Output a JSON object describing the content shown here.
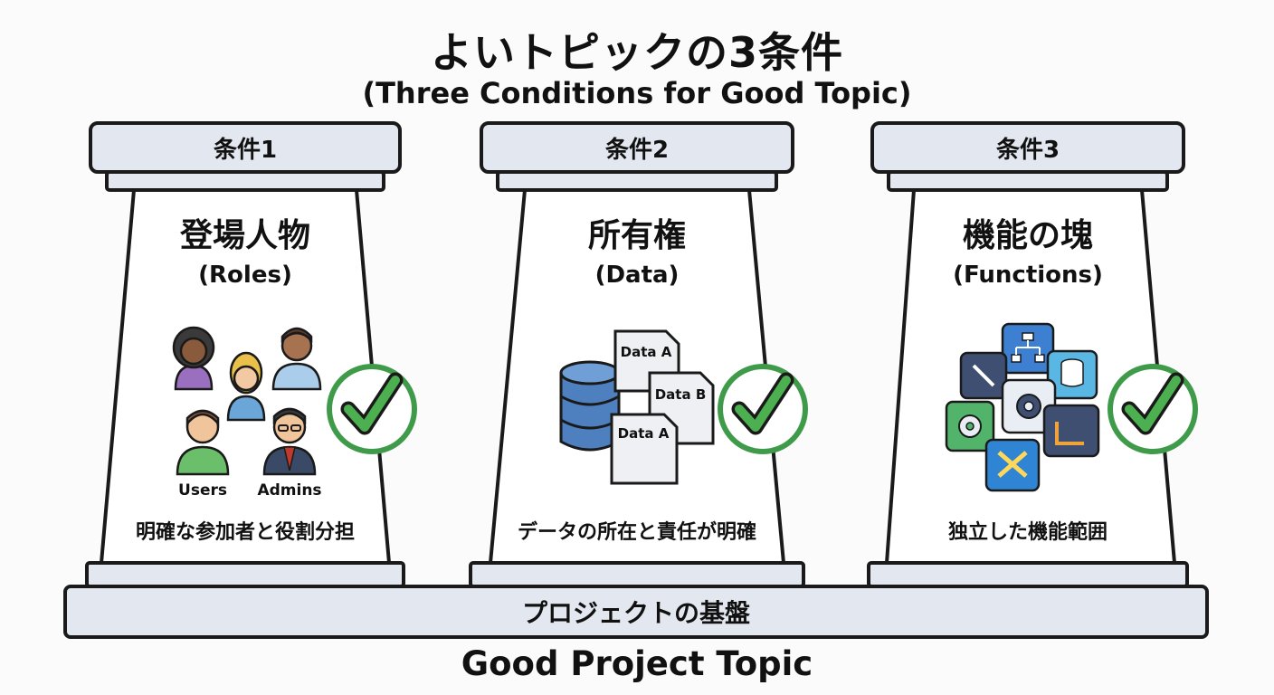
{
  "title": "よいトピックの3条件",
  "subtitle": "(Three Conditions for Good Topic)",
  "pillars": [
    {
      "label": "条件1",
      "heading": "登場人物",
      "subheading": "(Roles)",
      "caption": "明確な参加者と役割分担",
      "icon": "people-icon",
      "people_labels": [
        "Users",
        "Admins"
      ]
    },
    {
      "label": "条件2",
      "heading": "所有権",
      "subheading": "(Data)",
      "caption": "データの所在と責任が明確",
      "icon": "database-documents-icon",
      "document_labels": [
        "Data A",
        "Data B",
        "Data A"
      ]
    },
    {
      "label": "条件3",
      "heading": "機能の塊",
      "subheading": "(Functions)",
      "caption": "独立した機能範囲",
      "icon": "function-blocks-icon"
    }
  ],
  "base": {
    "label": "プロジェクトの基盤",
    "caption": "Good Project Topic"
  },
  "colors": {
    "pillar_cap": "#e3e8f0",
    "check_green": "#4caf50",
    "check_ring": "#3f9b4a",
    "db_blue": "#4e7fbf",
    "outline": "#1a1a1a"
  }
}
